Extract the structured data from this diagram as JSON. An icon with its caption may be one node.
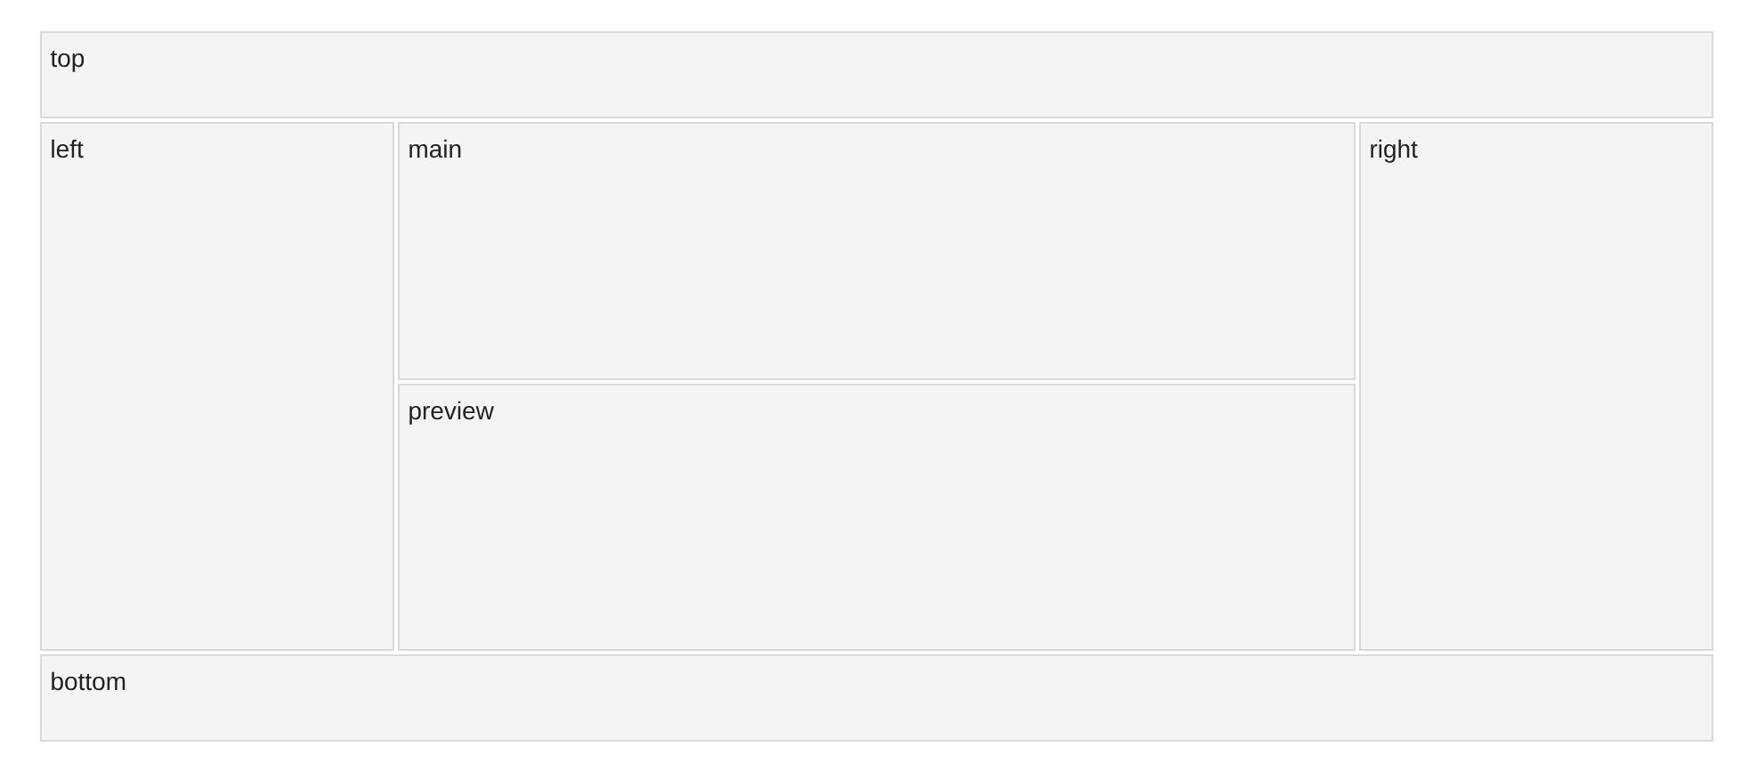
{
  "diagram": {
    "nodes": [
      {
        "text": [
          "top"
        ]
      },
      {
        "text": [
          "left"
        ]
      },
      {
        "text": [
          "main"
        ]
      },
      {
        "text": [
          "preview"
        ]
      },
      {
        "text": [
          "right"
        ]
      },
      {
        "text": [
          "bottom"
        ]
      }
    ]
  }
}
